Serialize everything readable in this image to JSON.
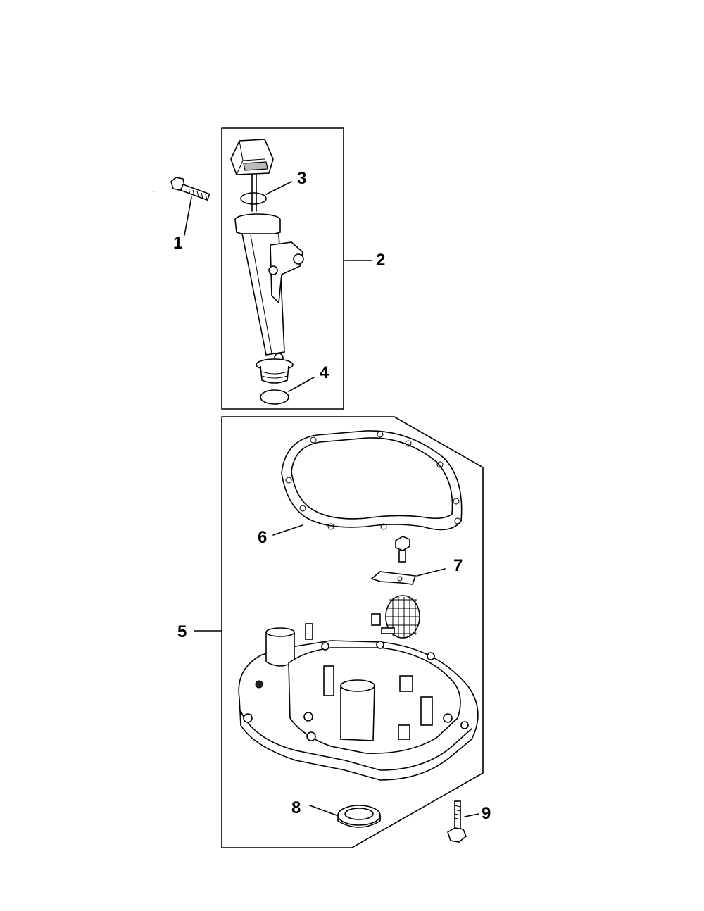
{
  "callouts": [
    {
      "id": "1",
      "text": "1",
      "part": "bolt"
    },
    {
      "id": "2",
      "text": "2",
      "part": "oil-fill-tube-assembly"
    },
    {
      "id": "3",
      "text": "3",
      "part": "dipstick-o-ring"
    },
    {
      "id": "4",
      "text": "4",
      "part": "tube-o-ring"
    },
    {
      "id": "5",
      "text": "5",
      "part": "crankcase-cover-assembly"
    },
    {
      "id": "6",
      "text": "6",
      "part": "gasket"
    },
    {
      "id": "7",
      "text": "7",
      "part": "governor-screw-and-tab"
    },
    {
      "id": "8",
      "text": "8",
      "part": "oil-seal"
    },
    {
      "id": "9",
      "text": "9",
      "part": "cover-bolt"
    }
  ],
  "colors": {
    "line": "#000000",
    "background": "#ffffff"
  }
}
